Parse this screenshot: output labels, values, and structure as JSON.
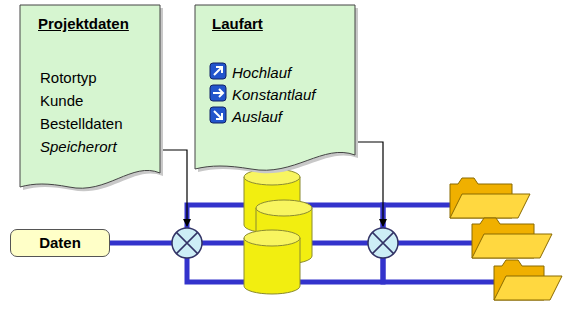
{
  "diagram": {
    "nodes": [
      {
        "text": [
          "Projektdaten",
          "Rotortyp",
          "Kunde",
          "Bestelldaten",
          "Speicherort"
        ]
      },
      {
        "text": [
          "Laufart",
          "Hochlauf",
          "Konstantlauf",
          "Auslauf"
        ]
      },
      {
        "text": [
          "Daten"
        ]
      }
    ]
  }
}
